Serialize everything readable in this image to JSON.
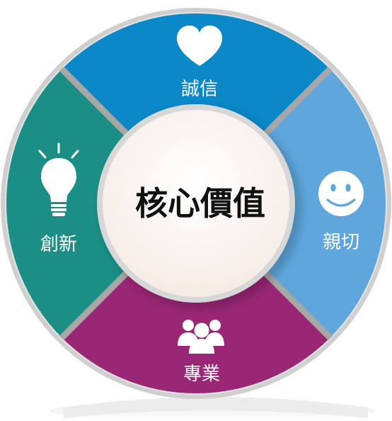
{
  "center": {
    "label": "核心價值"
  },
  "segments": [
    {
      "id": "top",
      "label": "誠信",
      "icon": "heart-icon",
      "color": "#0a88c8"
    },
    {
      "id": "right",
      "label": "親切",
      "icon": "smile-icon",
      "color": "#5ea6dc"
    },
    {
      "id": "bottom",
      "label": "專業",
      "icon": "people-icon",
      "color": "#9a2775"
    },
    {
      "id": "left",
      "label": "創新",
      "icon": "lightbulb-icon",
      "color": "#1b8f86"
    }
  ],
  "colors": {
    "ring_border": "#cfcfcf",
    "divider": "#a7a7a7",
    "center_fill": "#fdf8f5"
  }
}
